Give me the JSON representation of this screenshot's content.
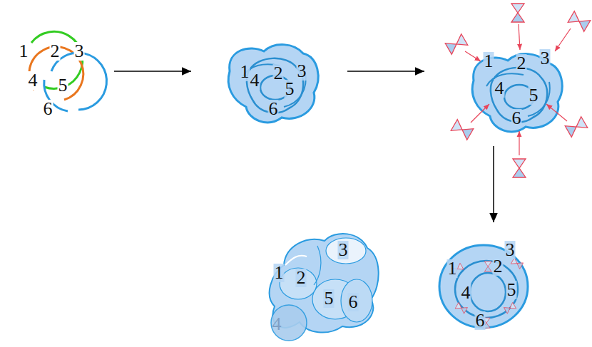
{
  "diagram": {
    "labels": [
      "1",
      "2",
      "3",
      "4",
      "5",
      "6",
      "1",
      "2",
      "3",
      "4",
      "5",
      "6",
      "1",
      "2",
      "3",
      "4",
      "5",
      "6",
      "3",
      "1",
      "2",
      "5",
      "6",
      "4",
      "1",
      "2",
      "3",
      "4",
      "5",
      "6"
    ]
  }
}
